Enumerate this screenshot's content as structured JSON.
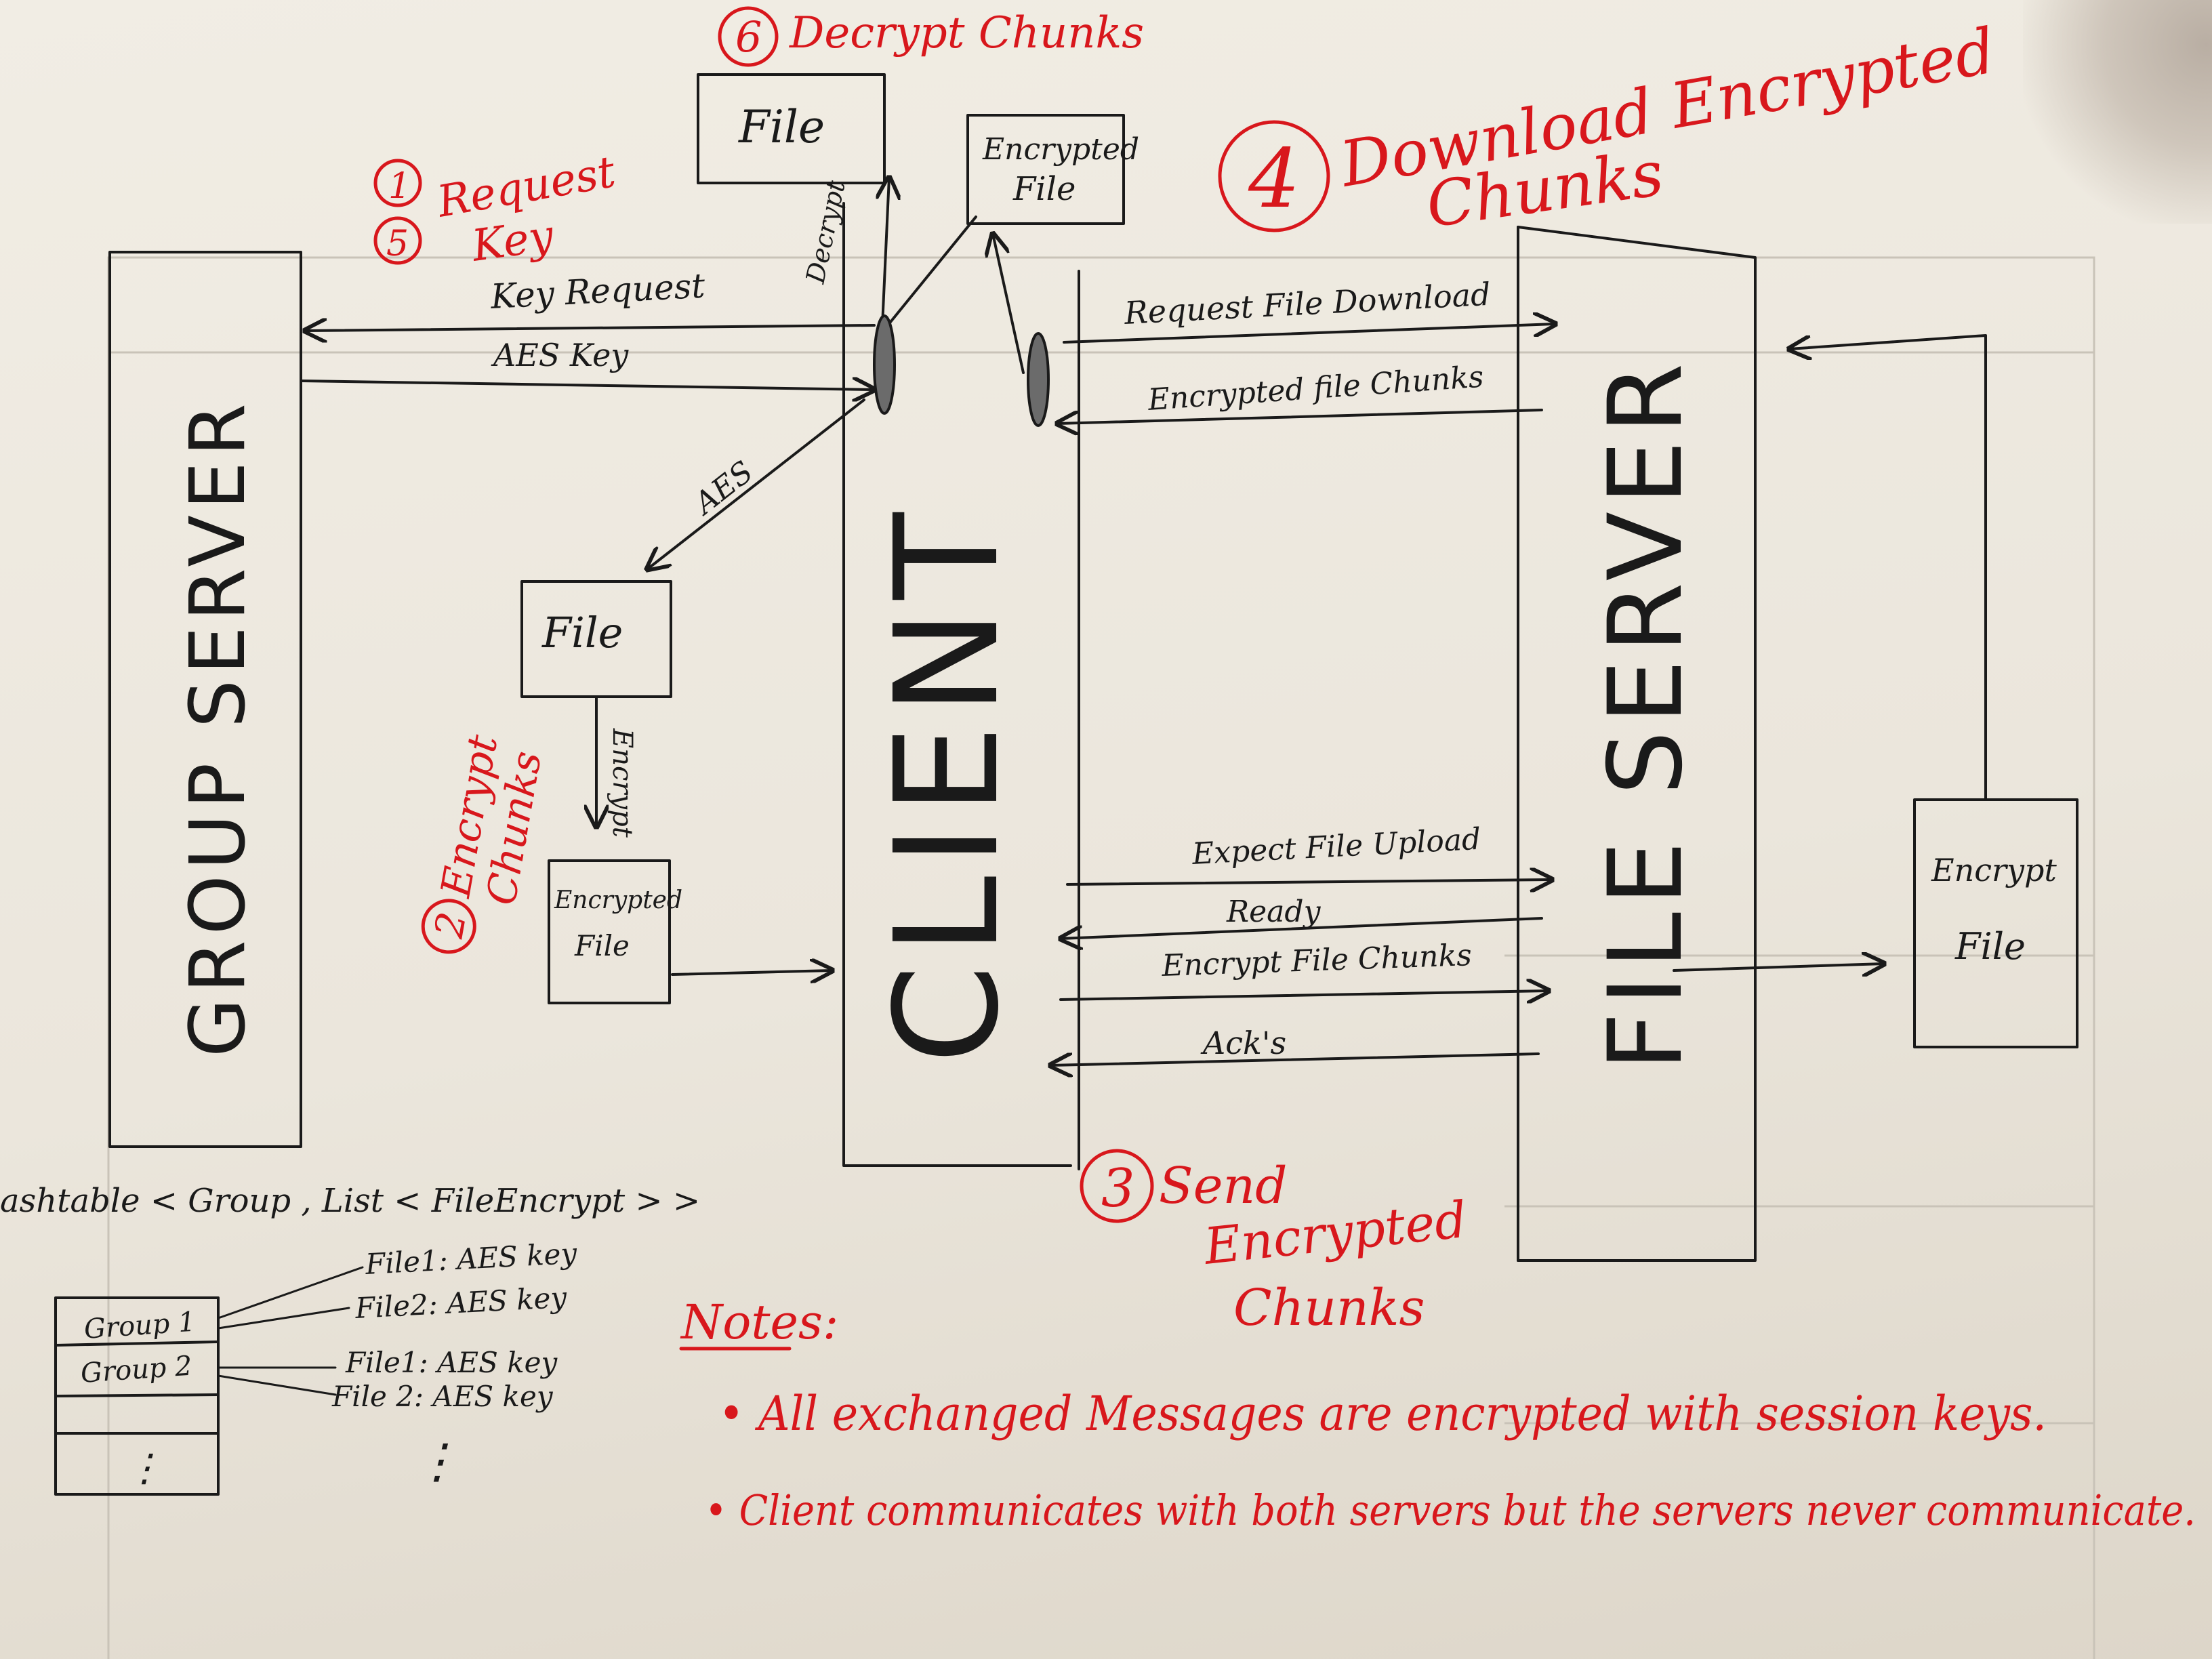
{
  "entities": {
    "group_server": "GROUP SERVER",
    "client": "CLIENT",
    "file_server": "FILE SERVER"
  },
  "boxes": {
    "file_top": "File",
    "encrypted_file_top_1": "Encrypted",
    "encrypted_file_top_2": "File",
    "file_mid": "File",
    "encrypted_file_mid_1": "Encrypted",
    "encrypted_file_mid_2": "File",
    "encrypt_file_right_1": "Encrypt",
    "encrypt_file_right_2": "File"
  },
  "arrow_labels": {
    "decrypt": "Decrypt",
    "key_request": "Key Request",
    "aes_key": "AES Key",
    "aes": "AES",
    "encrypt": "Encrypt",
    "request_file_download": "Request File Download",
    "encrypted_file_chunks": "Encrypted file Chunks",
    "expect_file_upload": "Expect File Upload",
    "ready": "Ready",
    "encrypt_file_chunks": "Encrypt File Chunks",
    "acks": "Ack's"
  },
  "steps": {
    "step1_num": "1",
    "step5_num": "5",
    "request_key_1": "Request",
    "request_key_2": "Key",
    "step2_num": "2",
    "encrypt_chunks_1": "Encrypt",
    "encrypt_chunks_2": "Chunks",
    "step3_num": "3",
    "send_1": "Send",
    "send_2": "Encrypted",
    "send_3": "Chunks",
    "step4_num": "4",
    "download_1": "Download Encrypted",
    "download_2": "Chunks",
    "step6_num": "6",
    "decrypt_chunks": "Decrypt Chunks"
  },
  "hashtable": {
    "signature": "ashtable < Group , List < FileEncrypt > >",
    "rows": [
      "Group 1",
      "Group 2",
      "⋮"
    ],
    "entries": [
      "File1: AES key",
      "File2: AES key",
      "File1: AES key",
      "File 2: AES key"
    ],
    "continuation": "⋮"
  },
  "notes": {
    "title": "Notes:",
    "items": [
      "• All exchanged Messages are encrypted with session keys.",
      "• Client communicates with both servers but the servers never communicate."
    ]
  },
  "colors": {
    "ink": "#1a1a1a",
    "red_ink": "#d8171c",
    "paper": "#efebe2"
  }
}
